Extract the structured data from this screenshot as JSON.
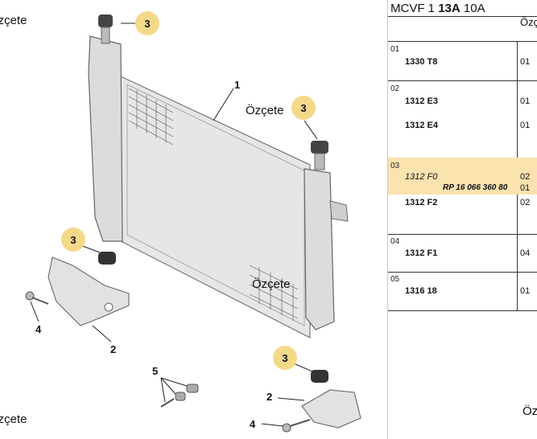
{
  "diagram": {
    "overlay_word": "Özçete",
    "labels": {
      "l1": "1",
      "l2a": "2",
      "l2b": "2",
      "l3a": "3",
      "l3b": "3",
      "l3c": "3",
      "l3d": "3",
      "l4a": "4",
      "l4b": "4",
      "l5": "5"
    }
  },
  "panel": {
    "header_prefix": "MCVF 1 ",
    "header_bold": "13A",
    "header_suffix": " 10A",
    "right_clip": "Öz",
    "rows": [
      {
        "group": "01",
        "parts": [
          {
            "ref": "1330 T8",
            "qty": "01"
          }
        ]
      },
      {
        "group": "02",
        "parts": [
          {
            "ref": "1312 E3",
            "qty": "01"
          },
          {
            "ref": "1312 E4",
            "qty": "01"
          }
        ]
      },
      {
        "group": "03",
        "parts": [
          {
            "ref": "1312 F0",
            "qty": "02"
          },
          {
            "ref": "RP 16 066 360 80",
            "qty": "01"
          },
          {
            "ref": "1312 F2",
            "qty": "02"
          }
        ]
      },
      {
        "group": "04",
        "parts": [
          {
            "ref": "1312 F1",
            "qty": "04"
          }
        ]
      },
      {
        "group": "05",
        "parts": [
          {
            "ref": "1316 18",
            "qty": "01"
          }
        ]
      }
    ]
  },
  "colors": {
    "callout": "#f5d98a",
    "highlight": "#fbe3b0"
  }
}
